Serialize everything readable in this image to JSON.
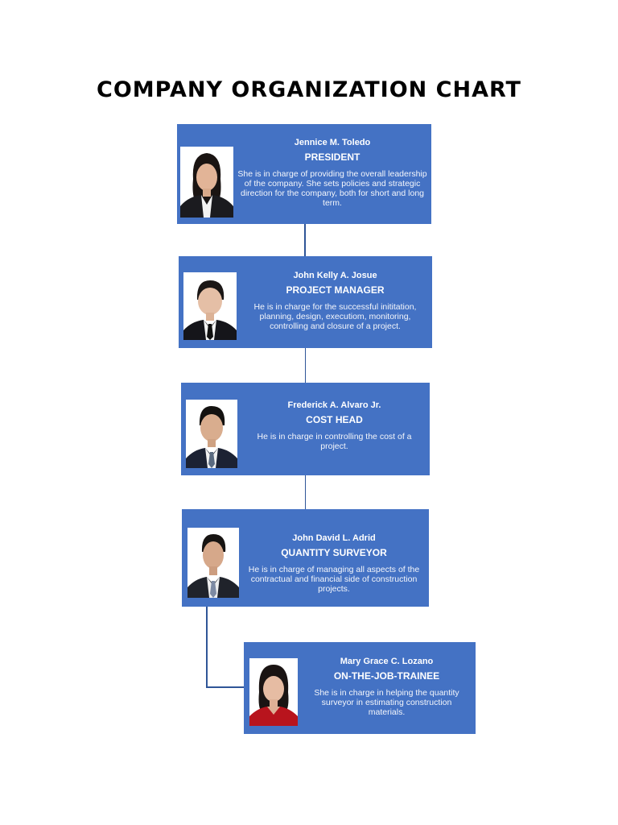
{
  "title": "COMPANY ORGANIZATION CHART",
  "colors": {
    "card": "#4472c4",
    "connector": "#2f5597",
    "text": "#ffffff"
  },
  "members": [
    {
      "name": "Jennice M. Toledo",
      "role": "PRESIDENT",
      "description": "She is in charge of providing the overall leadership of the company. She sets policies and strategic direction for the company, both for short and long term."
    },
    {
      "name": "John Kelly A. Josue",
      "role": "PROJECT MANAGER",
      "description": "He is in charge for the successful inititation, planning, design, executiom, monitoring, controlling and closure of a project."
    },
    {
      "name": "Frederick A. Alvaro Jr.",
      "role": "COST HEAD",
      "description": "He is in charge in controlling the cost of a project."
    },
    {
      "name": "John David L. Adrid",
      "role": "QUANTITY SURVEYOR",
      "description": "He is in charge of managing all aspects of the contractual and financial side of construction projects."
    },
    {
      "name": "Mary Grace C. Lozano",
      "role": "ON-THE-JOB-TRAINEE",
      "description": "She is in charge in helping the quantity surveyor in estimating construction materials."
    }
  ]
}
